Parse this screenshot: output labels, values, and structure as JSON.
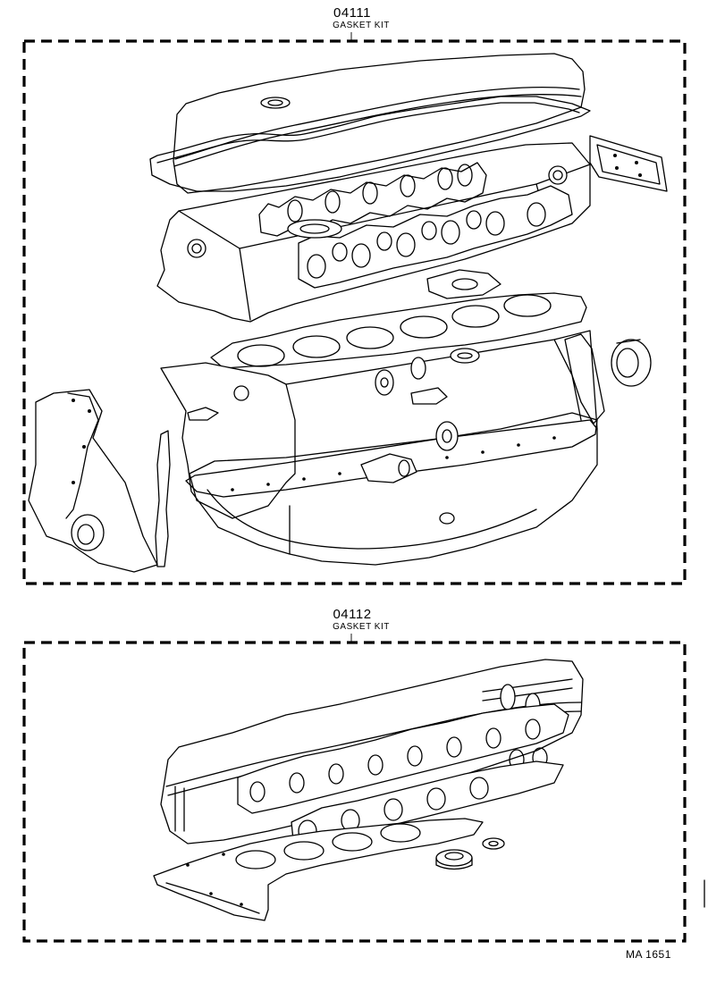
{
  "kits": [
    {
      "part_number": "04111",
      "name": "GASKET KIT"
    },
    {
      "part_number": "04112",
      "name": "GASKET KIT"
    }
  ],
  "drawing_code": "MA 1651"
}
